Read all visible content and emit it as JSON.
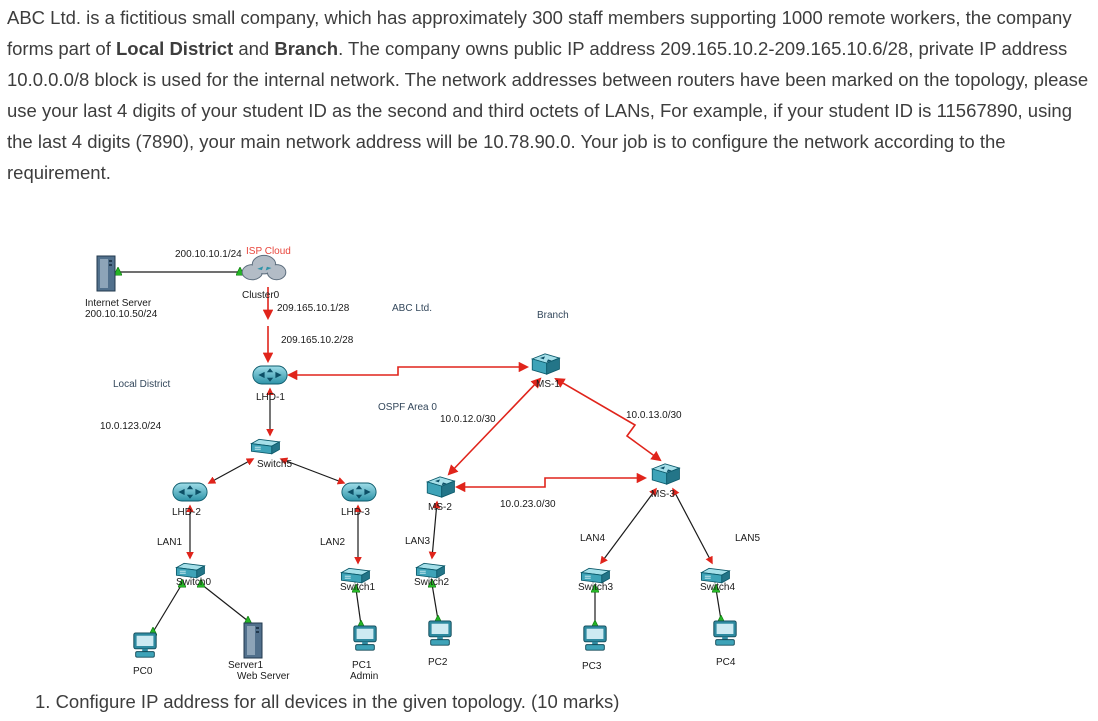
{
  "intro": {
    "part1": "ABC Ltd. is a fictitious small company, which has approximately 300 staff members supporting 1000 remote workers, the company forms part of ",
    "bold_local_district": "Local District",
    "part2": " and ",
    "bold_branch": "Branch",
    "part3": ". The company owns public IP address 209.165.10.2-209.165.10.6/28, private IP address 10.0.0.0/8 block is used for the internal network. The network addresses between routers have been marked on the topology, please use your last 4 digits of your student ID as the second and third octets of LANs, For example, if your student ID is 11567890, using the last 4 digits (7890), your main network address will be 10.78.90.0. Your job is to configure the network according to the requirement."
  },
  "topology": {
    "regions": {
      "company": "ABC Ltd.",
      "branch": "Branch",
      "local_district": "Local District",
      "ospf_area": "OSPF Area 0"
    },
    "networks": {
      "cloud_link": "200.10.10.1/24",
      "wan_1": "209.165.10.1/28",
      "wan_2": "209.165.10.2/28",
      "net_12": "10.0.12.0/30",
      "net_13": "10.0.13.0/30",
      "net_23": "10.0.23.0/30",
      "net_123": "10.0.123.0/24"
    },
    "lans": {
      "lan1": "LAN1",
      "lan2": "LAN2",
      "lan3": "LAN3",
      "lan4": "LAN4",
      "lan5": "LAN5"
    },
    "devices": {
      "internet_server": {
        "name": "Internet Server",
        "ip": "200.10.10.50/24"
      },
      "isp_cloud": {
        "name": "ISP Cloud",
        "cluster": "Cluster0"
      },
      "lhd1": "LHD-1",
      "lhd2": "LHD-2",
      "lhd3": "LHD-3",
      "ms1": "MS-1",
      "ms2": "MS-2",
      "ms3": "MS-3",
      "switch5": "Switch5",
      "switch0": "Switch0",
      "switch1": "Switch1",
      "switch2": "Switch2",
      "switch3": "Switch3",
      "switch4": "Switch4",
      "pc0": "PC0",
      "server1": {
        "name": "Server1",
        "role": "Web Server"
      },
      "pc1": {
        "name": "PC1",
        "role": "Admin"
      },
      "pc2": "PC2",
      "pc3": "PC3",
      "pc4": "PC4"
    },
    "colors": {
      "link_red": "#e0241b",
      "status_green": "#25b525",
      "device_teal": "#3ea3b8",
      "isp_label_red": "#e8463c"
    }
  },
  "task": {
    "item1": "1. Configure IP address for all devices in the given topology. (10 marks)"
  }
}
